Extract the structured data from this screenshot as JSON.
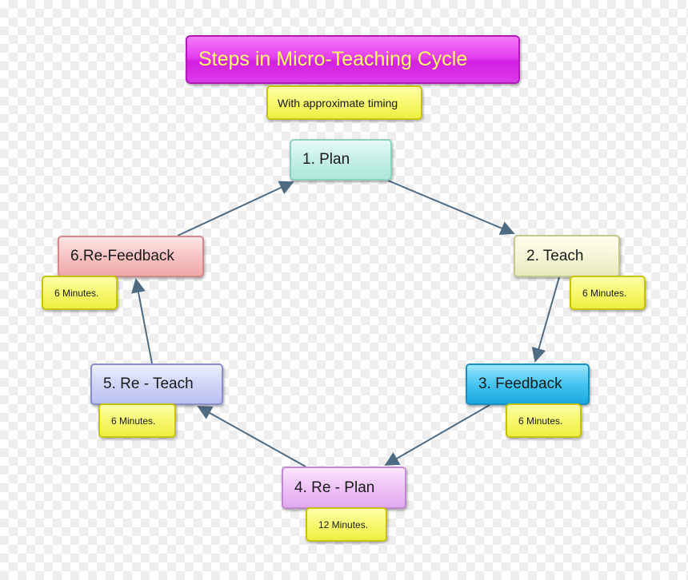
{
  "title": "Steps in Micro-Teaching Cycle",
  "subtitle": "With approximate timing",
  "steps": [
    {
      "label": "1. Plan",
      "timing": ""
    },
    {
      "label": "2. Teach",
      "timing": "6 Minutes."
    },
    {
      "label": "3. Feedback",
      "timing": "6 Minutes."
    },
    {
      "label": "4. Re - Plan",
      "timing": "12 Minutes."
    },
    {
      "label": "5. Re - Teach",
      "timing": "6 Minutes."
    },
    {
      "label": "6.Re-Feedback",
      "timing": "6 Minutes."
    }
  ],
  "colors": {
    "arrow": "#4f6b82",
    "title_fill": "#e43fef",
    "title_text": "#ffff66",
    "note_fill": "#f8f870"
  }
}
